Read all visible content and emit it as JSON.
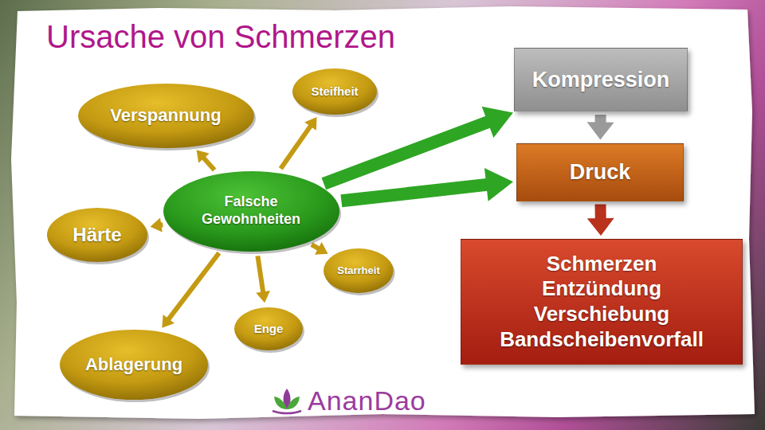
{
  "diagram": {
    "title": "Ursache von Schmerzen",
    "nodes": [
      {
        "text": [
          "Verspannung"
        ]
      },
      {
        "text": [
          "Steifheit"
        ]
      },
      {
        "text": [
          "Falsche Gewohnheiten"
        ]
      },
      {
        "text": [
          "Härte"
        ]
      },
      {
        "text": [
          "Starrheit"
        ]
      },
      {
        "text": [
          "Enge"
        ]
      },
      {
        "text": [
          "Ablagerung"
        ]
      },
      {
        "text": [
          "Kompression"
        ]
      },
      {
        "text": [
          "Druck"
        ]
      },
      {
        "text": [
          "Schmerzen",
          "Entzündung",
          "Verschiebung",
          "Bandscheibenvorfall"
        ]
      }
    ],
    "edges": [
      {
        "from": 2,
        "to": 0,
        "arrow": "to"
      },
      {
        "from": 2,
        "to": 1,
        "arrow": "to"
      },
      {
        "from": 2,
        "to": 3,
        "arrow": "to"
      },
      {
        "from": 2,
        "to": 4,
        "arrow": "to"
      },
      {
        "from": 2,
        "to": 5,
        "arrow": "to"
      },
      {
        "from": 2,
        "to": 6,
        "arrow": "to"
      },
      {
        "from": 2,
        "to": 7,
        "arrow": "to"
      },
      {
        "from": 2,
        "to": 8,
        "arrow": "to"
      },
      {
        "from": 7,
        "to": 8,
        "arrow": "to"
      },
      {
        "from": 8,
        "to": 9,
        "arrow": "to"
      }
    ],
    "labels": [
      "AnanDao"
    ]
  }
}
